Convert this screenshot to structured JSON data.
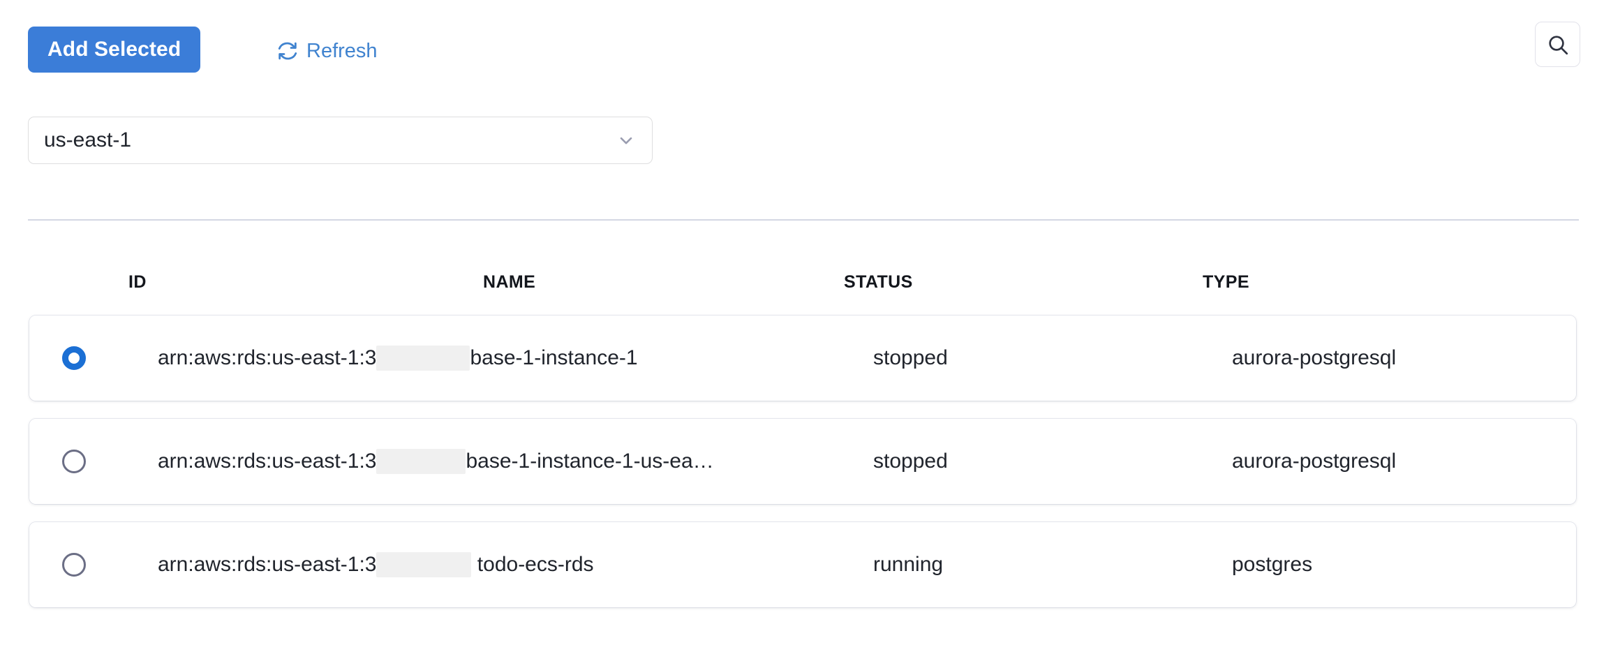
{
  "toolbar": {
    "add_selected_label": "Add Selected",
    "refresh_label": "Refresh",
    "refresh_icon": "refresh-icon",
    "search_icon": "search-icon",
    "accent_color": "#3b7dd8",
    "link_color": "#4083cf"
  },
  "region_select": {
    "value": "us-east-1",
    "chevron_icon": "chevron-down-icon",
    "options": [
      "us-east-1"
    ]
  },
  "table": {
    "columns": [
      "ID",
      "NAME",
      "STATUS",
      "TYPE"
    ],
    "rows": [
      {
        "selected": true,
        "id_prefix": "arn:aws:rds:us-east-1:3",
        "id_redacted_width": 134,
        "id_suffix": "base-1-instance-1",
        "status": "stopped",
        "type": "aurora-postgresql"
      },
      {
        "selected": false,
        "id_prefix": "arn:aws:rds:us-east-1:3",
        "id_redacted_width": 128,
        "id_suffix": "base-1-instance-1-us-ea…",
        "status": "stopped",
        "type": "aurora-postgresql"
      },
      {
        "selected": false,
        "id_prefix": "arn:aws:rds:us-east-1:3",
        "id_redacted_width": 136,
        "id_suffix": " todo-ecs-rds",
        "status": "running",
        "type": "postgres"
      }
    ]
  }
}
